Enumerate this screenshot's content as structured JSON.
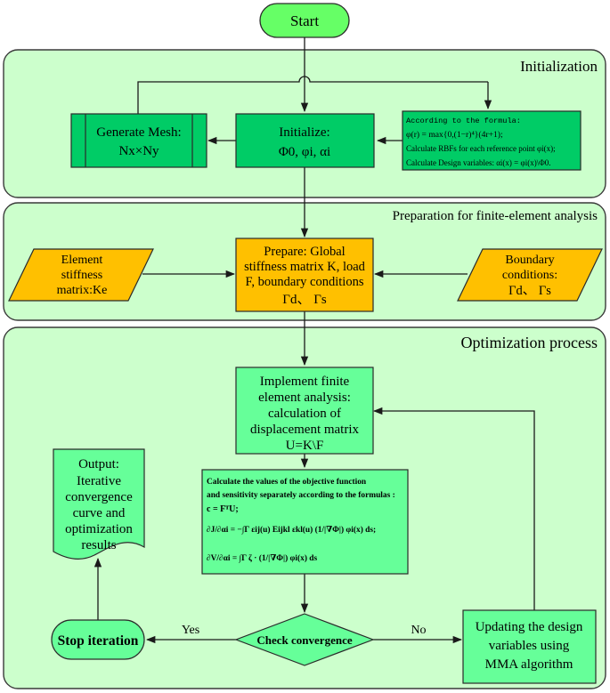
{
  "start": "Start",
  "sections": {
    "initialization": "Initialization",
    "preparation": "Preparation for finite-element analysis",
    "optimization": "Optimization process"
  },
  "generate_mesh": {
    "line1": "Generate Mesh:",
    "line2": "Nx×Ny"
  },
  "initialize": {
    "line1": "Initialize:",
    "line2": "Φ0, φi, αi"
  },
  "formula_box": {
    "line1": "According to the formula:",
    "line2": "φ(r) = max{0,(1−r)⁴}(4r+1);",
    "line3": "Calculate RBFs for each reference point φi(x);",
    "line4": "Calculate Design variables: αi(x) = φi(x)\\Φ0."
  },
  "element_stiffness": {
    "line1": "Element",
    "line2": "stiffness",
    "line3": "matrix:Ke"
  },
  "prepare": {
    "line1": "Prepare: Global",
    "line2": "stiffness matrix K, load",
    "line3": "F, boundary conditions",
    "line4": "Γd、 Γs"
  },
  "boundary": {
    "line1": "Boundary",
    "line2": "conditions:",
    "line3": "Γd、 Γs"
  },
  "fea": {
    "line1": "Implement finite",
    "line2": "element analysis:",
    "line3": "calculation of",
    "line4": "displacement matrix",
    "line5": "U=K\\F"
  },
  "sensitivity": {
    "line1": "Calculate the values of the objective function",
    "line2": "and sensitivity separately according to the formulas :",
    "line3": "c = FᵀU;",
    "line4": "∂J/∂αi = −∫Γ εij(u) Eijkl εkl(u) (1/|∇Φ|) φi(x) ds;",
    "line5": "∂V/∂αi = ∫Γ ζ · (1/|∇Φ|) φi(x) ds"
  },
  "output": {
    "line1": "Output:",
    "line2": "Iterative",
    "line3": "convergence",
    "line4": "curve and",
    "line5": "optimization",
    "line6": "results"
  },
  "stop": "Stop iteration",
  "check": "Check convergence",
  "update": {
    "line1": "Updating the design",
    "line2": "variables using",
    "line3": "MMA algorithm"
  },
  "yes": "Yes",
  "no": "No",
  "colors": {
    "section_fill": "#ccffcc",
    "green_box": "#00cc66",
    "light_green_box": "#66ff99",
    "orange_box": "#ffc000",
    "start_fill": "#66ff66"
  }
}
